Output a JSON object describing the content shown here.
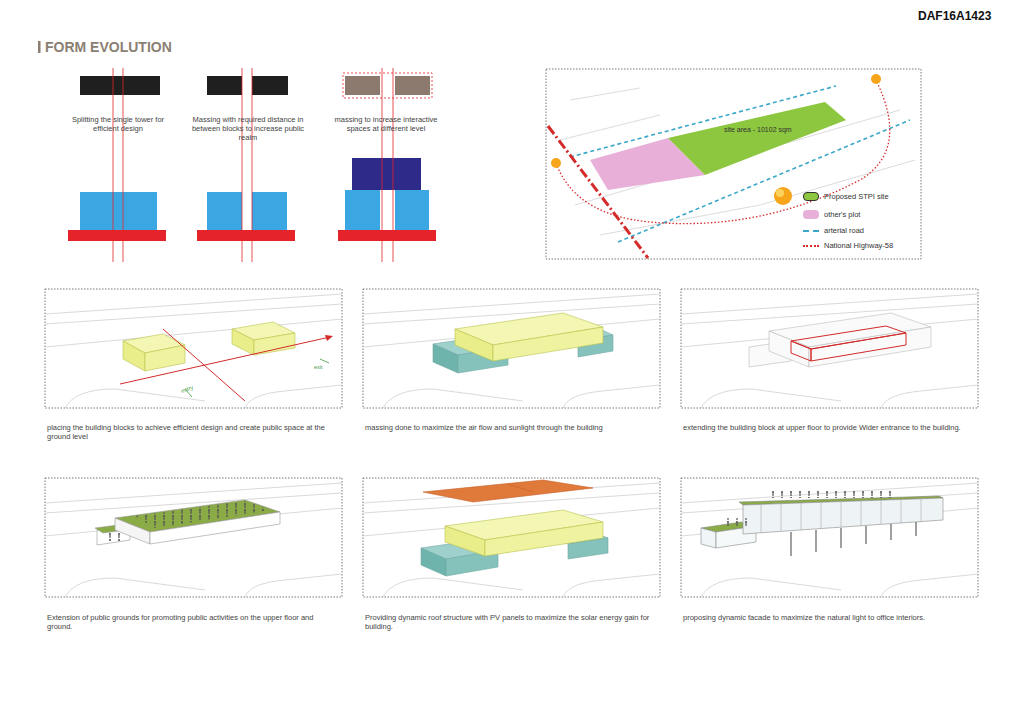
{
  "diagram": {
    "title": "FORM EVOLUTION",
    "nodes": [
      {
        "text": [
          "site area - 10102 sqm"
        ]
      }
    ],
    "edges": [],
    "labels": [
      "DAF16A1423",
      "Splitting the single tower for efficient design",
      "Massing with required distance in between blocks to increase public realm",
      "massing to increase interactive spaces at different level",
      "entry",
      "exit",
      "placing the building blocks to achieve efficient design and create public space at the ground level",
      "massing done to maximize the air flow and sunlight through the building",
      "extending the building block at upper floor to provide Wider entrance to the building.",
      "Extension of public grounds for promoting public activities on the upper floor and ground.",
      "Providing dynamic roof structure with PV panels to maximize the solar energy gain for building.",
      "proposing dynamic facade to maximize the natural light to office interiors."
    ],
    "legend": [
      {
        "text": "Proposed STPI site",
        "color": "#8dc63f"
      },
      {
        "text": "other's plot",
        "color": "#e8b0d8"
      },
      {
        "text": "arterial road"
      },
      {
        "text": "National Highway-58"
      }
    ]
  }
}
